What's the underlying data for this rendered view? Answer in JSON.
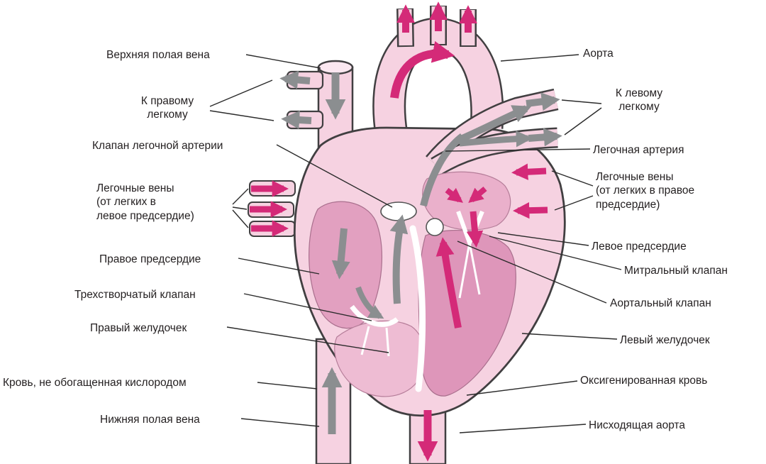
{
  "labels": {
    "left": [
      {
        "id": "superior-vena-cava",
        "text": "Верхняя полая вена"
      },
      {
        "id": "to-right-lung",
        "text": "К правому\nлегкому"
      },
      {
        "id": "pulmonary-valve",
        "text": "Клапан легочной артерии"
      },
      {
        "id": "pulmonary-veins-left",
        "text": "Легочные вены\n(от легких в\nлевое предсердие)"
      },
      {
        "id": "right-atrium",
        "text": "Правое предсердие"
      },
      {
        "id": "tricuspid-valve",
        "text": "Трехстворчатый клапан"
      },
      {
        "id": "right-ventricle",
        "text": "Правый желудочек"
      },
      {
        "id": "deoxygenated-blood",
        "text": "Кровь, не обогащенная кислородом"
      },
      {
        "id": "inferior-vena-cava",
        "text": "Нижняя полая вена"
      }
    ],
    "right": [
      {
        "id": "aorta",
        "text": "Аорта"
      },
      {
        "id": "to-left-lung",
        "text": "К левому\nлегкому"
      },
      {
        "id": "pulmonary-artery",
        "text": "Легочная артерия"
      },
      {
        "id": "pulmonary-veins-right",
        "text": "Легочные вены\n(от легких в правое\nпредсердие)"
      },
      {
        "id": "left-atrium",
        "text": "Левое предсердие"
      },
      {
        "id": "mitral-valve",
        "text": "Митральный клапан"
      },
      {
        "id": "aortic-valve",
        "text": "Аортальный клапан"
      },
      {
        "id": "left-ventricle",
        "text": "Левый желудочек"
      },
      {
        "id": "oxygenated-blood",
        "text": "Оксигенированная кровь"
      },
      {
        "id": "descending-aorta",
        "text": "Нисходящая аорта"
      }
    ]
  },
  "colors": {
    "oxygenated_arrow": "#d42a78",
    "deoxygenated_arrow": "#8b8e90",
    "vessel_fill": "#f6d2e1",
    "vessel_light": "#fbe7f0",
    "chamber_fill": "#e2a0c0",
    "chamber_dark": "#de96ba",
    "chamber_light": "#eebcd3",
    "atrium_left_fill": "#eab0cb",
    "outline": "#413f41",
    "leader_line": "#2b2b2b",
    "label_text": "#231f20",
    "background": "#ffffff"
  }
}
